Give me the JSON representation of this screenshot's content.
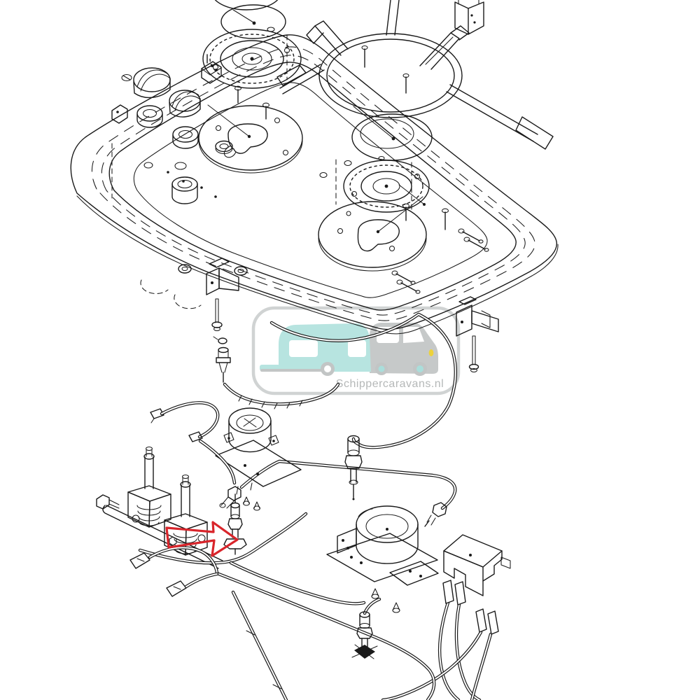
{
  "watermark": {
    "text": "Schippercaravans.nl",
    "text_color": "#b5b8b8",
    "border_color": "#d0d3d3",
    "caravan_color": "#b7e4e0",
    "car_color": "#c6c9c9",
    "wheel_color": "#c2c5c5",
    "headlight_color": "#edd23c",
    "background": "#ffffff"
  },
  "annotation": {
    "type": "block-arrow",
    "direction": "right",
    "color": "#d9252b",
    "points_to": "thermocouple-sensor"
  },
  "diagram": {
    "kind": "exploded-parts-drawing",
    "subject": "two-burner gas hob / caravan cooktop",
    "line_color": "#1a1a1a",
    "background": "#ffffff",
    "top_assembly_parts": [
      "hob-frame-rim",
      "recessed-tray-panel",
      "pan-support-trivet",
      "burner-cap-small",
      "burner-ring-small",
      "burner-cap-large",
      "burner-ring-large",
      "burner-plate-left",
      "burner-plate-right",
      "control-knob-1",
      "control-knob-2",
      "knob-bezel-1",
      "knob-bezel-2",
      "spacer-ring",
      "grommet",
      "mounting-bracket-left",
      "mounting-bracket-right",
      "fixing-bolt-left",
      "fixing-bolt-right",
      "spark-plug",
      "screw-pins",
      "fixing-screws",
      "clamp-plate"
    ],
    "bottom_assembly_parts": [
      "gas-valve-1",
      "gas-valve-2",
      "valve-spindle-1",
      "valve-spindle-2",
      "valve-rail",
      "manifold-pipe",
      "branch-pipe",
      "elbow-gas-pipe",
      "pipe-union-nut",
      "injector-jets",
      "burner-base-small",
      "burner-base-large",
      "burner-mounting-plate",
      "baffle-plate",
      "thermocouple-sensor",
      "ignition-electrode",
      "electrode-cap",
      "igniter-box",
      "spade-connectors",
      "connector-sleeves",
      "ignition-cables"
    ]
  }
}
